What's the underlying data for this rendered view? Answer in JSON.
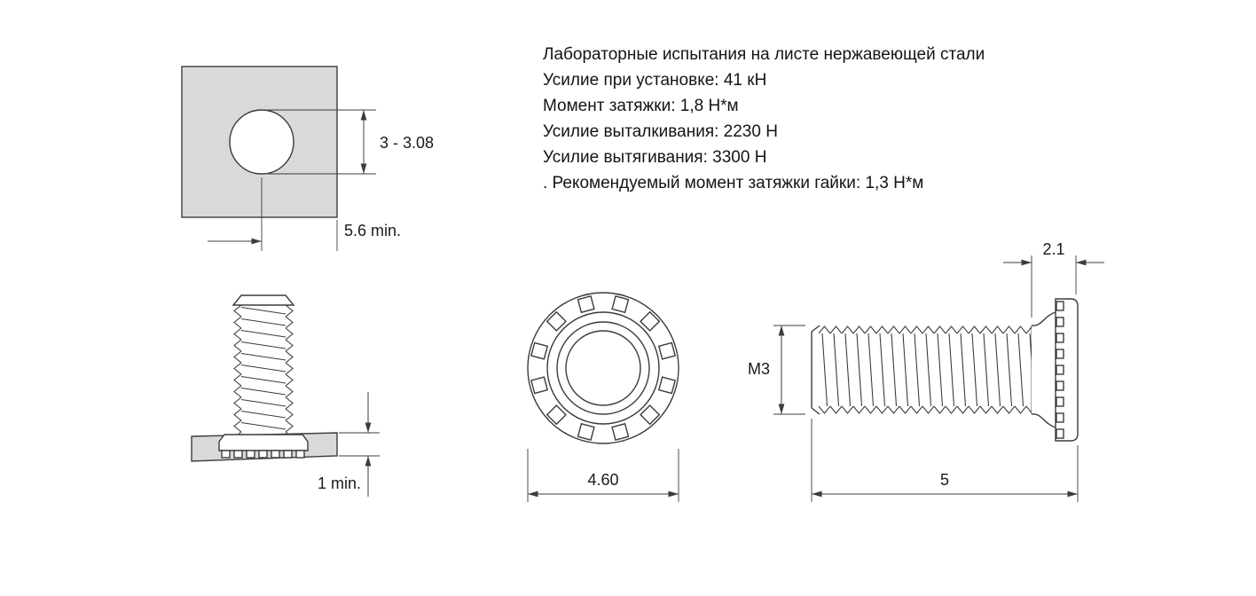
{
  "specs": {
    "lines": [
      "Лабораторные испытания на листе нержавеющей стали",
      "Усилие при установке: 41 кН",
      "Момент затяжки: 1,8 Н*м",
      "Усилие выталкивания: 2230 Н",
      "Усилие вытягивания: 3300 Н",
      ". Рекомендуемый момент затяжки гайки: 1,3 Н*м"
    ]
  },
  "dimensions": {
    "hole_diameter": "3 - 3.08",
    "edge_distance_min": "5.6 min.",
    "sheet_thickness_min": "1 min.",
    "head_diameter": "4.60",
    "thread_size": "M3",
    "stud_length": "5",
    "head_height": "2.1"
  },
  "colors": {
    "background": "#ffffff",
    "sheet_fill": "#d9d9d9",
    "line": "#3c3c3c"
  }
}
